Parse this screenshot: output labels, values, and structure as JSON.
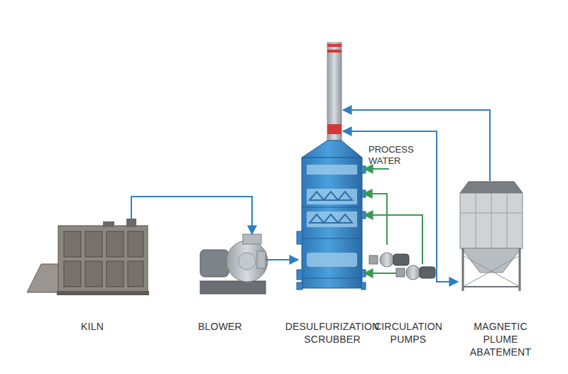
{
  "diagram": {
    "nodes": [
      {
        "text": [
          "KILN"
        ]
      },
      {
        "text": [
          "BLOWER"
        ]
      },
      {
        "text": [
          "DESULFURIZATION SCRUBBER"
        ]
      },
      {
        "text": [
          "CIRCULATION PUMPS"
        ]
      },
      {
        "text": [
          "MAGNETIC PLUME ABATEMENT"
        ]
      }
    ],
    "edges": [
      {
        "from": 0,
        "to": 1,
        "arrow": "to"
      },
      {
        "from": 1,
        "to": 2,
        "arrow": "to"
      },
      {
        "from": 3,
        "to": 2,
        "arrow": "to"
      },
      {
        "from": 2,
        "to": 4,
        "arrow": "both"
      },
      {
        "from": 4,
        "to": 2,
        "arrow": "to"
      }
    ],
    "labels": [
      "PROCESS WATER"
    ]
  }
}
